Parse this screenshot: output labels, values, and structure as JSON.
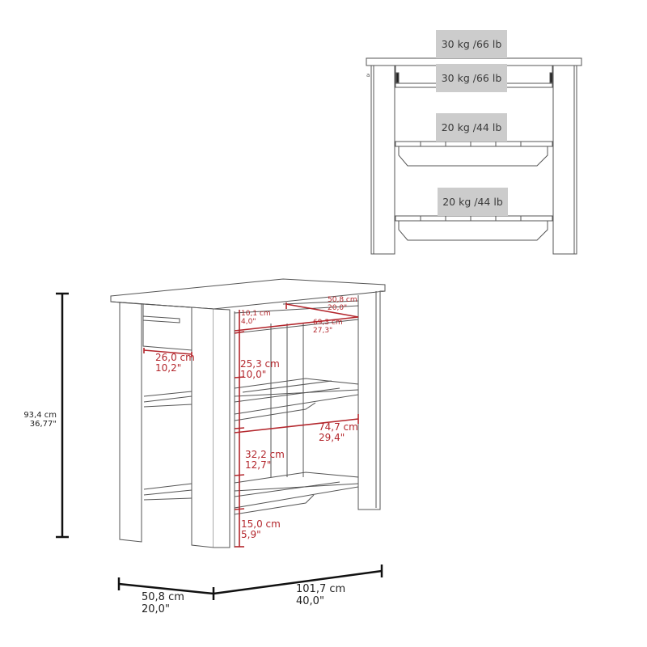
{
  "front_view": {
    "load_labels": [
      {
        "text": "30 kg /66 lb",
        "position": "top surface"
      },
      {
        "text": "30 kg /66 lb",
        "position": "drawer"
      },
      {
        "text": "20 kg /44 lb",
        "position": "middle shelf"
      },
      {
        "text": "20 kg /44 lb",
        "position": "bottom shelf"
      }
    ]
  },
  "iso_view": {
    "dimensions": {
      "total_height": {
        "cm": "93,4 cm",
        "in": "36,77\""
      },
      "depth": {
        "cm": "50,8 cm",
        "in": "20,0\""
      },
      "width": {
        "cm": "101,7 cm",
        "in": "40,0\""
      },
      "drawer_depth": {
        "cm": "50,8 cm",
        "in": "20,0\""
      },
      "drawer_height": {
        "cm": "10,1 cm",
        "in": "4,0\""
      },
      "drawer_width": {
        "cm": "69,3 cm",
        "in": "27,3\""
      },
      "side_shelf_depth": {
        "cm": "26,0 cm",
        "in": "10,2\""
      },
      "upper_shelf_gap": {
        "cm": "25,3 cm",
        "in": "10,0\""
      },
      "shelf_width": {
        "cm": "74,7 cm",
        "in": "29,4\""
      },
      "lower_shelf_gap": {
        "cm": "32,2 cm",
        "in": "12,7\""
      },
      "floor_clearance": {
        "cm": "15,0 cm",
        "in": "5,9\""
      }
    }
  },
  "colors": {
    "line": "#4a4a4a",
    "dimension_red": "#b3262c",
    "dimension_black": "#111111",
    "weight_box": "#cccccc"
  }
}
